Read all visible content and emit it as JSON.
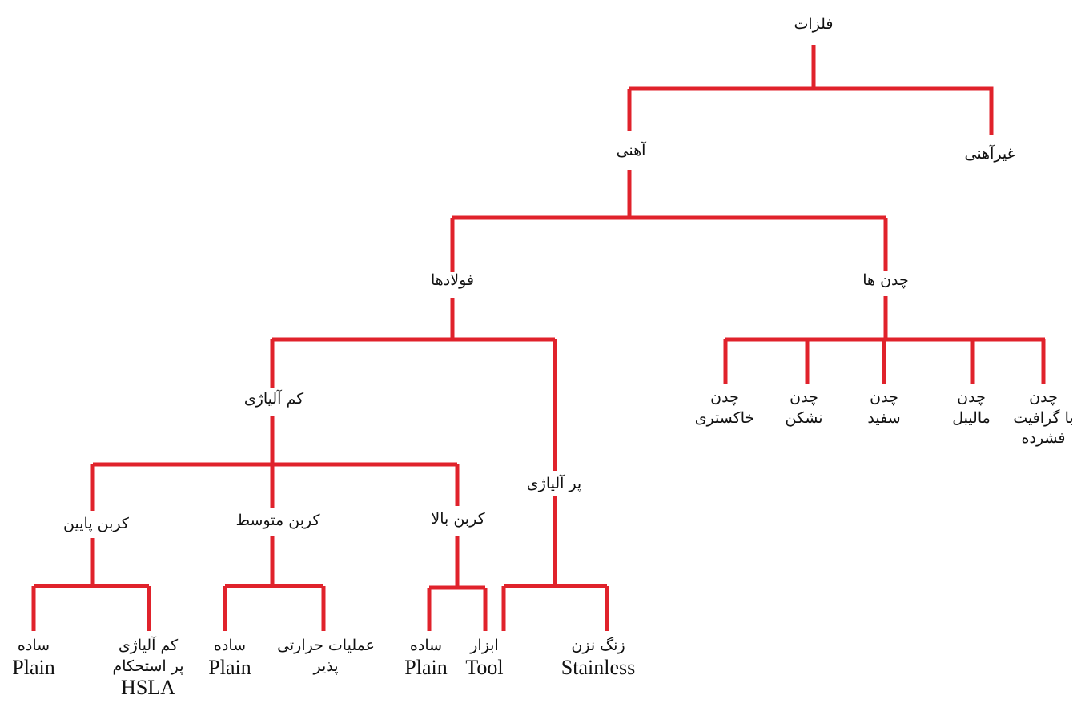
{
  "diagram": {
    "line_color": "#e0222b",
    "nodes": {
      "root": {
        "fa": "فلزات"
      },
      "ferrous": {
        "fa": "آهنی"
      },
      "nonferrous": {
        "fa": "غیرآهنی"
      },
      "steels": {
        "fa": "فولادها"
      },
      "cast_irons": {
        "fa": "چدن ها"
      },
      "gray": {
        "fa1": "چدن",
        "fa2": "خاکستری"
      },
      "ductile": {
        "fa1": "چدن",
        "fa2": "نشکن"
      },
      "white": {
        "fa1": "چدن",
        "fa2": "سفید"
      },
      "malleable": {
        "fa1": "چدن",
        "fa2": "مالیبل"
      },
      "compacted": {
        "fa1": "چدن",
        "fa2": "با گرافیت",
        "fa3": "فشرده"
      },
      "low_alloy": {
        "fa": "کم آلیاژی"
      },
      "high_alloy": {
        "fa": "پر آلیاژی"
      },
      "low_carbon": {
        "fa": "کربن پایین"
      },
      "medium_carbon": {
        "fa": "کربن متوسط"
      },
      "high_carbon": {
        "fa": "کربن بالا"
      },
      "lc_plain": {
        "fa": "ساده",
        "en": "Plain"
      },
      "lc_hsla": {
        "fa1": "کم آلیاژی",
        "fa2": "پر استحکام",
        "en": "HSLA"
      },
      "mc_plain": {
        "fa": "ساده",
        "en": "Plain"
      },
      "mc_heat": {
        "fa1": "عملیات حرارتی",
        "fa2": "پذیر"
      },
      "hc_plain": {
        "fa": "ساده",
        "en": "Plain"
      },
      "hc_tool": {
        "fa": "ابزار",
        "en": "Tool"
      },
      "stainless": {
        "fa": "زنگ نزن",
        "en": "Stainless"
      }
    }
  }
}
